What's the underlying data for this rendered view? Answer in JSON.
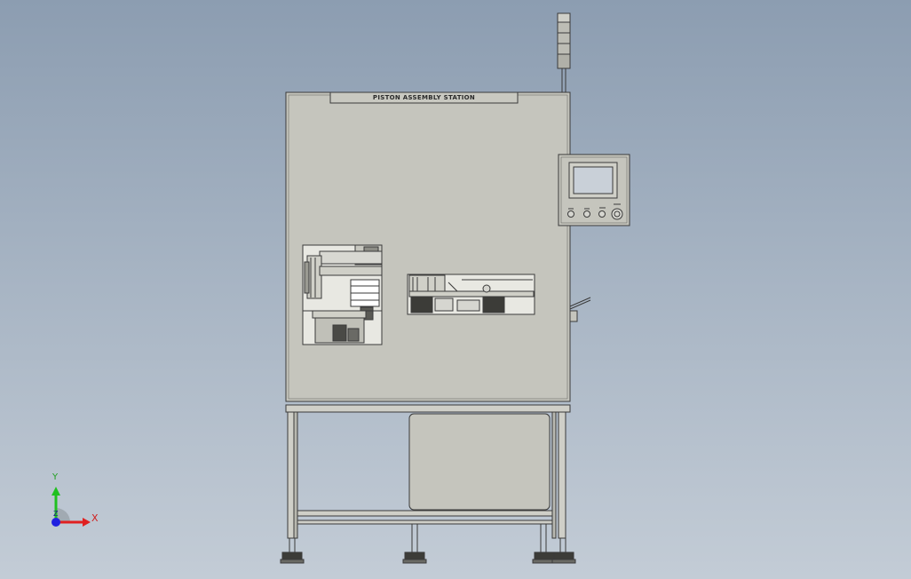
{
  "machine": {
    "nameplate": "PISTON ASSEMBLY STATION"
  },
  "triad": {
    "x_label": "X",
    "y_label": "Y",
    "z_label": "Z",
    "x_color": "#e02020",
    "y_color": "#20c020",
    "z_color": "#2020e0"
  },
  "colors": {
    "panel": "#c5c5bd",
    "frame_line": "#3a3a3a",
    "hmi_screen": "#b9c2cc",
    "background_top": "#8c9db1",
    "background_bottom": "#c3ccd6"
  }
}
